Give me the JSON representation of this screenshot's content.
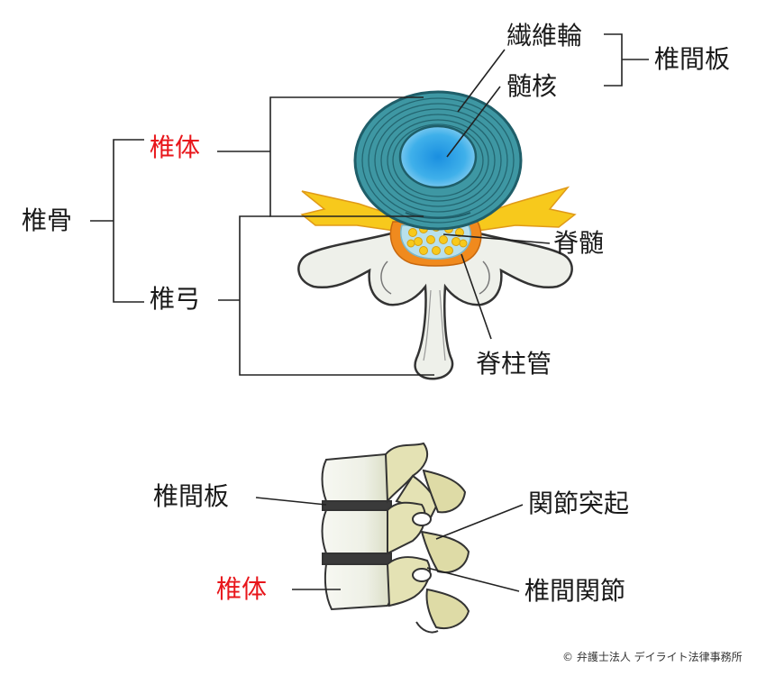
{
  "labels": {
    "annulus": "繊維輪",
    "nucleus": "髄核",
    "disc": "椎間板",
    "vertebral_body": "椎体",
    "vertebra": "椎骨",
    "spinal_cord": "脊髄",
    "vertebral_arch": "椎弓",
    "spinal_canal": "脊柱管",
    "disc_side": "椎間板",
    "facet_process": "関節突起",
    "vertebral_body_side": "椎体",
    "facet_joint": "椎間関節"
  },
  "copyright": "© 弁護士法人 デイライト法律事務所",
  "colors": {
    "accent_red": "#e8161b",
    "annulus": "#3e97a3",
    "nucleus": "#29a6e0",
    "nerve": "#f7c91c",
    "bone": "#eef0ea",
    "side_bone": "#e4e2b4"
  }
}
